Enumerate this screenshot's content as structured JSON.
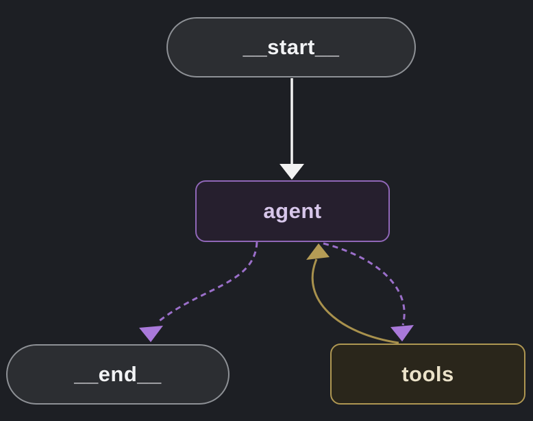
{
  "colors": {
    "bg": "#1d1f24",
    "node_gray_fill": "#2c2e32",
    "node_gray_border": "#8e9196",
    "node_gray_text": "#f2f3f5",
    "agent_fill": "#261f2e",
    "agent_border": "#9067b8",
    "agent_text": "#d7c6ea",
    "tools_fill": "#2a261b",
    "tools_border": "#af9752",
    "tools_text": "#ebe2c9",
    "edge_white": "#f2f2f2",
    "edge_purple": "#9b6fca",
    "arrow_purple": "#a979da",
    "edge_gold": "#a8914d",
    "arrow_gold": "#b59c55"
  },
  "diagram": {
    "type": "state-graph",
    "nodes": [
      {
        "id": "__start__",
        "label": "__start__",
        "shape": "stadium"
      },
      {
        "id": "agent",
        "label": "agent",
        "shape": "rounded-rectangle"
      },
      {
        "id": "__end__",
        "label": "__end__",
        "shape": "stadium"
      },
      {
        "id": "tools",
        "label": "tools",
        "shape": "rounded-rectangle"
      }
    ],
    "edges": [
      {
        "from": "__start__",
        "to": "agent",
        "line": "solid",
        "color": "#f2f2f2"
      },
      {
        "from": "agent",
        "to": "__end__",
        "line": "dashed",
        "color": "#9b6fca"
      },
      {
        "from": "agent",
        "to": "tools",
        "line": "dashed",
        "color": "#9b6fca"
      },
      {
        "from": "tools",
        "to": "agent",
        "line": "solid",
        "color": "#a8914d"
      }
    ]
  }
}
